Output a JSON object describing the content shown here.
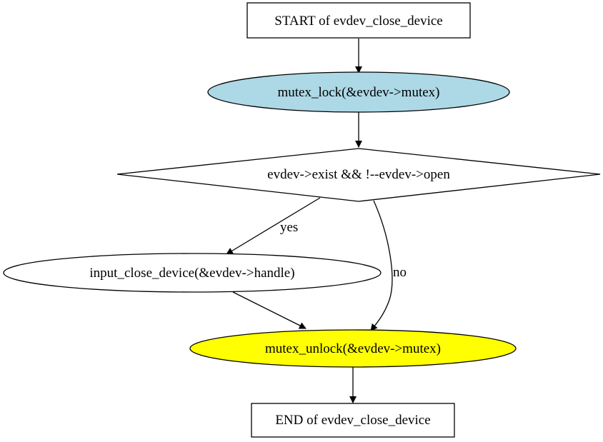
{
  "diagram": {
    "type": "flowchart",
    "nodes": {
      "start": {
        "label": "START of evdev_close_device",
        "shape": "box",
        "fill": "#ffffff"
      },
      "lock": {
        "label": "mutex_lock(&evdev->mutex)",
        "shape": "ellipse",
        "fill": "#add8e6"
      },
      "cond": {
        "label": "evdev->exist && !--evdev->open",
        "shape": "diamond",
        "fill": "#ffffff"
      },
      "close": {
        "label": "input_close_device(&evdev->handle)",
        "shape": "ellipse",
        "fill": "#ffffff"
      },
      "unlock": {
        "label": "mutex_unlock(&evdev->mutex)",
        "shape": "ellipse",
        "fill": "#ffff00"
      },
      "end": {
        "label": "END of evdev_close_device",
        "shape": "box",
        "fill": "#ffffff"
      }
    },
    "edges": [
      {
        "from": "start",
        "to": "lock",
        "label": ""
      },
      {
        "from": "lock",
        "to": "cond",
        "label": ""
      },
      {
        "from": "cond",
        "to": "close",
        "label": "yes"
      },
      {
        "from": "cond",
        "to": "unlock",
        "label": "no"
      },
      {
        "from": "close",
        "to": "unlock",
        "label": ""
      },
      {
        "from": "unlock",
        "to": "end",
        "label": ""
      }
    ]
  }
}
